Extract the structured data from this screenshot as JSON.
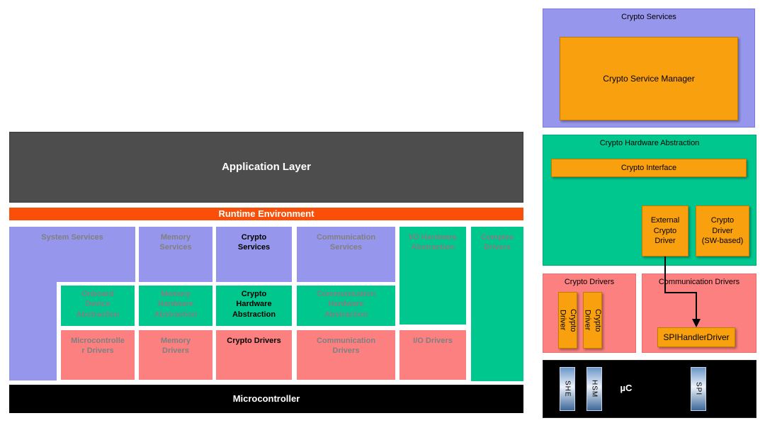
{
  "colors": {
    "purple": "#9696EC",
    "green": "#00C78E",
    "pink": "#FC8080",
    "runtime_orange": "#FA4F08",
    "module_orange": "#F9A00F",
    "application_gray": "#4D4D4D",
    "microcontroller_black": "#000000",
    "muted_label_gray": "#808080",
    "chip_blue": "#4F81BD"
  },
  "left_diagram": {
    "application_layer": "Application Layer",
    "runtime_environment": "Runtime Environment",
    "microcontroller": "Microcontroller",
    "service_row": [
      {
        "label": "System Services"
      },
      {
        "label": "Memory\nServices"
      },
      {
        "label": "Crypto\nServices"
      },
      {
        "label": "Communication\nServices"
      },
      {
        "label": "I/O Hardware\nAbstraction"
      },
      {
        "label": "Complex\nDrivers"
      }
    ],
    "abstraction_row": [
      {
        "label": "Onboard\nDevice\nAbstraction"
      },
      {
        "label": "Memory\nHardware\nAbstraction"
      },
      {
        "label": "Crypto\nHardware\nAbstraction"
      },
      {
        "label": "Communication\nHardware\nAbstraction"
      }
    ],
    "driver_row": [
      {
        "label": "Microcontrolle\nr Drivers"
      },
      {
        "label": "Memory\nDrivers"
      },
      {
        "label": "Crypto Drivers"
      },
      {
        "label": "Communication\nDrivers"
      },
      {
        "label": "I/O Drivers"
      }
    ]
  },
  "right_diagram": {
    "crypto_services": {
      "title": "Crypto Services",
      "manager": "Crypto Service Manager"
    },
    "crypto_hardware_abstraction": {
      "title": "Crypto Hardware Abstraction",
      "interface": "Crypto Interface",
      "external_driver": "External\nCrypto\nDriver",
      "sw_driver": "Crypto\nDriver\n(SW-based)"
    },
    "crypto_drivers": {
      "title": "Crypto Drivers",
      "chip_1": "Crypto\nDriver",
      "chip_2": "Crypto\nDriver"
    },
    "communication_drivers": {
      "title": "Communication Drivers",
      "spi_handler": "SPIHandlerDriver"
    },
    "microcontroller": {
      "label": "µC",
      "chip_she": "SHE",
      "chip_hsm": "HSM",
      "chip_spi": "SPI"
    }
  }
}
